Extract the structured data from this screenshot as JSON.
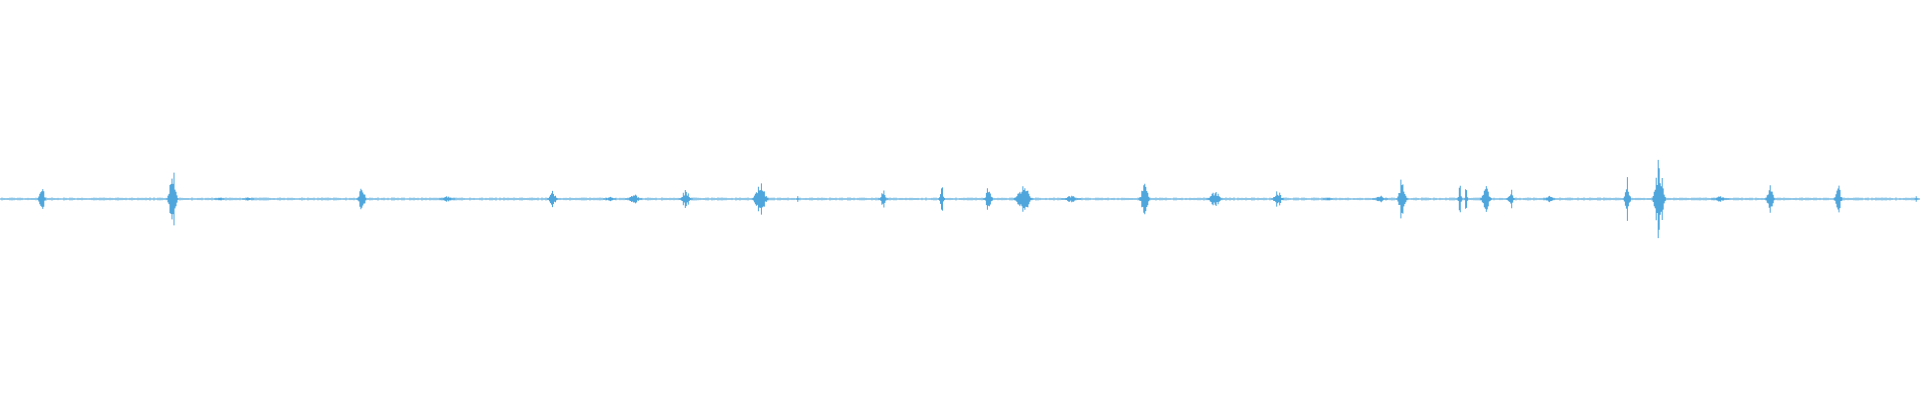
{
  "waveform": {
    "color": "#4ea6dc",
    "bursts": [
      {
        "t": 0.0218,
        "amp": 0.17,
        "dur": 0.0042
      },
      {
        "t": 0.0899,
        "amp": 0.33,
        "dur": 0.0058
      },
      {
        "t": 0.1145,
        "amp": 0.02,
        "dur": 0.005
      },
      {
        "t": 0.1295,
        "amp": 0.02,
        "dur": 0.0061
      },
      {
        "t": 0.1885,
        "amp": 0.14,
        "dur": 0.0052
      },
      {
        "t": 0.233,
        "amp": 0.03,
        "dur": 0.008
      },
      {
        "t": 0.2879,
        "amp": 0.09,
        "dur": 0.0055
      },
      {
        "t": 0.3175,
        "amp": 0.03,
        "dur": 0.0063
      },
      {
        "t": 0.3302,
        "amp": 0.05,
        "dur": 0.0087
      },
      {
        "t": 0.3572,
        "amp": 0.11,
        "dur": 0.0068
      },
      {
        "t": 0.3961,
        "amp": 0.22,
        "dur": 0.0084
      },
      {
        "t": 0.4155,
        "amp": 0.06,
        "dur": 0.0004
      },
      {
        "t": 0.4601,
        "amp": 0.09,
        "dur": 0.0047
      },
      {
        "t": 0.4905,
        "amp": 0.16,
        "dur": 0.0034
      },
      {
        "t": 0.5148,
        "amp": 0.13,
        "dur": 0.0052
      },
      {
        "t": 0.533,
        "amp": 0.18,
        "dur": 0.0099
      },
      {
        "t": 0.558,
        "amp": 0.04,
        "dur": 0.0101
      },
      {
        "t": 0.5962,
        "amp": 0.2,
        "dur": 0.0062
      },
      {
        "t": 0.6328,
        "amp": 0.09,
        "dur": 0.0082
      },
      {
        "t": 0.6655,
        "amp": 0.1,
        "dur": 0.0063
      },
      {
        "t": 0.6918,
        "amp": 0.02,
        "dur": 0.0052
      },
      {
        "t": 0.7187,
        "amp": 0.04,
        "dur": 0.008
      },
      {
        "t": 0.7303,
        "amp": 0.24,
        "dur": 0.0055
      },
      {
        "t": 0.7604,
        "amp": 0.16,
        "dur": 0.0028
      },
      {
        "t": 0.7637,
        "amp": 0.18,
        "dur": 0.0018
      },
      {
        "t": 0.774,
        "amp": 0.13,
        "dur": 0.006
      },
      {
        "t": 0.787,
        "amp": 0.1,
        "dur": 0.0045
      },
      {
        "t": 0.807,
        "amp": 0.04,
        "dur": 0.006
      },
      {
        "t": 0.8475,
        "amp": 0.24,
        "dur": 0.004
      },
      {
        "t": 0.864,
        "amp": 0.45,
        "dur": 0.007
      },
      {
        "t": 0.896,
        "amp": 0.03,
        "dur": 0.009
      },
      {
        "t": 0.922,
        "amp": 0.14,
        "dur": 0.0052
      },
      {
        "t": 0.9575,
        "amp": 0.16,
        "dur": 0.0046
      },
      {
        "t": 0.998,
        "amp": 0.05,
        "dur": 0.0008
      }
    ]
  }
}
